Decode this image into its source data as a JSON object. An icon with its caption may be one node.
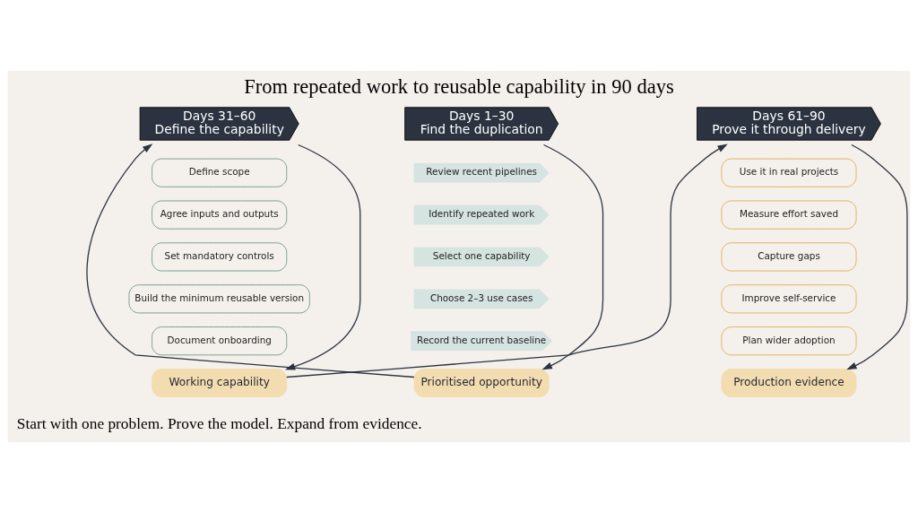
{
  "diagram": {
    "title": "From repeated work to reusable capability in 90 days",
    "caption": "Start with one problem. Prove the model. Expand from evidence.",
    "nodes": [
      {
        "text": [
          "Days 1–30",
          "Find the duplication"
        ]
      },
      {
        "text": [
          "Review recent pipelines"
        ]
      },
      {
        "text": [
          "Identify repeated work"
        ]
      },
      {
        "text": [
          "Select one capability"
        ]
      },
      {
        "text": [
          "Choose 2–3 use cases"
        ]
      },
      {
        "text": [
          "Record the current baseline"
        ]
      },
      {
        "text": [
          "Prioritised opportunity"
        ]
      },
      {
        "text": [
          "Days 31–60",
          "Define the capability"
        ]
      },
      {
        "text": [
          "Define scope"
        ]
      },
      {
        "text": [
          "Agree inputs and outputs"
        ]
      },
      {
        "text": [
          "Set mandatory controls"
        ]
      },
      {
        "text": [
          "Build the minimum reusable version"
        ]
      },
      {
        "text": [
          "Document onboarding"
        ]
      },
      {
        "text": [
          "Working capability"
        ]
      },
      {
        "text": [
          "Days 61–90",
          "Prove it through delivery"
        ]
      },
      {
        "text": [
          "Use it in real projects"
        ]
      },
      {
        "text": [
          "Measure effort saved"
        ]
      },
      {
        "text": [
          "Capture gaps"
        ]
      },
      {
        "text": [
          "Improve self-service"
        ]
      },
      {
        "text": [
          "Plan wider adoption"
        ]
      },
      {
        "text": [
          "Production evidence"
        ]
      }
    ],
    "edges": [
      {
        "from": 0,
        "to": 6,
        "arrow": "to"
      },
      {
        "from": 6,
        "to": 7,
        "arrow": "to"
      },
      {
        "from": 7,
        "to": 13,
        "arrow": "to"
      },
      {
        "from": 13,
        "to": 14,
        "arrow": "to"
      },
      {
        "from": 14,
        "to": 20,
        "arrow": "to"
      }
    ]
  }
}
